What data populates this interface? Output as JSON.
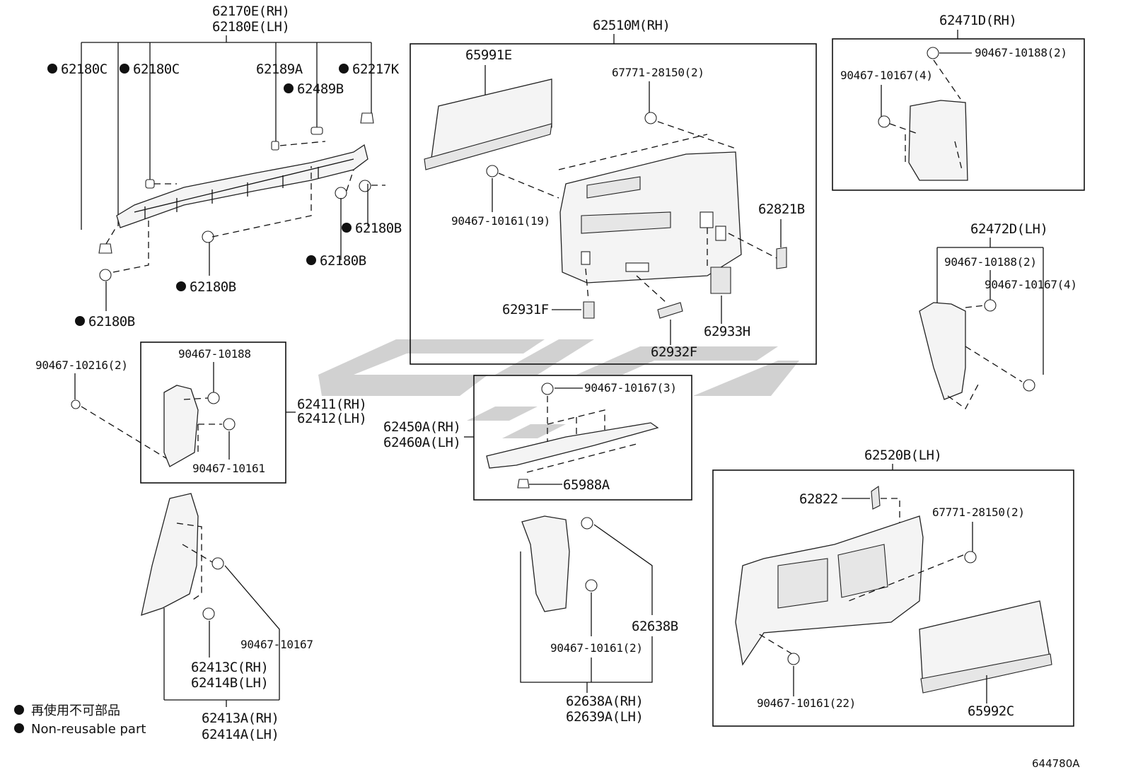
{
  "labels": {
    "p62170E": "62170E(RH)",
    "p62180E": "62180E(LH)",
    "p62180C_a": "62180C",
    "p62180C_b": "62180C",
    "p62189A": "62189A",
    "p62489B": "62489B",
    "p62217K": "62217K",
    "p62180B_a": "62180B",
    "p62180B_b": "62180B",
    "p62180B_c": "62180B",
    "p62180B_d": "62180B",
    "p62510M": "62510M(RH)",
    "p65991E": "65991E",
    "p67771_a": "67771-28150(2)",
    "p90467_10161_19": "90467-10161(19)",
    "p62821B": "62821B",
    "p62931F": "62931F",
    "p62933H": "62933H",
    "p62932F": "62932F",
    "p62471D": "62471D(RH)",
    "p90467_10188_2a": "90467-10188(2)",
    "p90467_10167_4a": "90467-10167(4)",
    "p62472D": "62472D(LH)",
    "p90467_10188_2b": "90467-10188(2)",
    "p90467_10167_4b": "90467-10167(4)",
    "p90467_10216": "90467-10216(2)",
    "p90467_10188": "90467-10188",
    "p90467_10161": "90467-10161",
    "p62411": "62411(RH)",
    "p62412": "62412(LH)",
    "p62450A": "62450A(RH)",
    "p62460A": "62460A(LH)",
    "p90467_10167_3": "90467-10167(3)",
    "p65988A": "65988A",
    "p62520B": "62520B(LH)",
    "p62822": "62822",
    "p67771_b": "67771-28150(2)",
    "p90467_10161_22": "90467-10161(22)",
    "p65992C": "65992C",
    "p90467_10167": "90467-10167",
    "p62413C": "62413C(RH)",
    "p62414B": "62414B(LH)",
    "p62413A": "62413A(RH)",
    "p62414A": "62414A(LH)",
    "p62638B": "62638B",
    "p90467_10161_2": "90467-10161(2)",
    "p62638A": "62638A(RH)",
    "p62639A": "62639A(LH)"
  },
  "legend": {
    "jp": "再使用不可部品",
    "en": "Non-reusable part"
  },
  "diagram_code": "644780A",
  "colors": {
    "line": "#111111",
    "watermark": "#9a9a9a"
  }
}
